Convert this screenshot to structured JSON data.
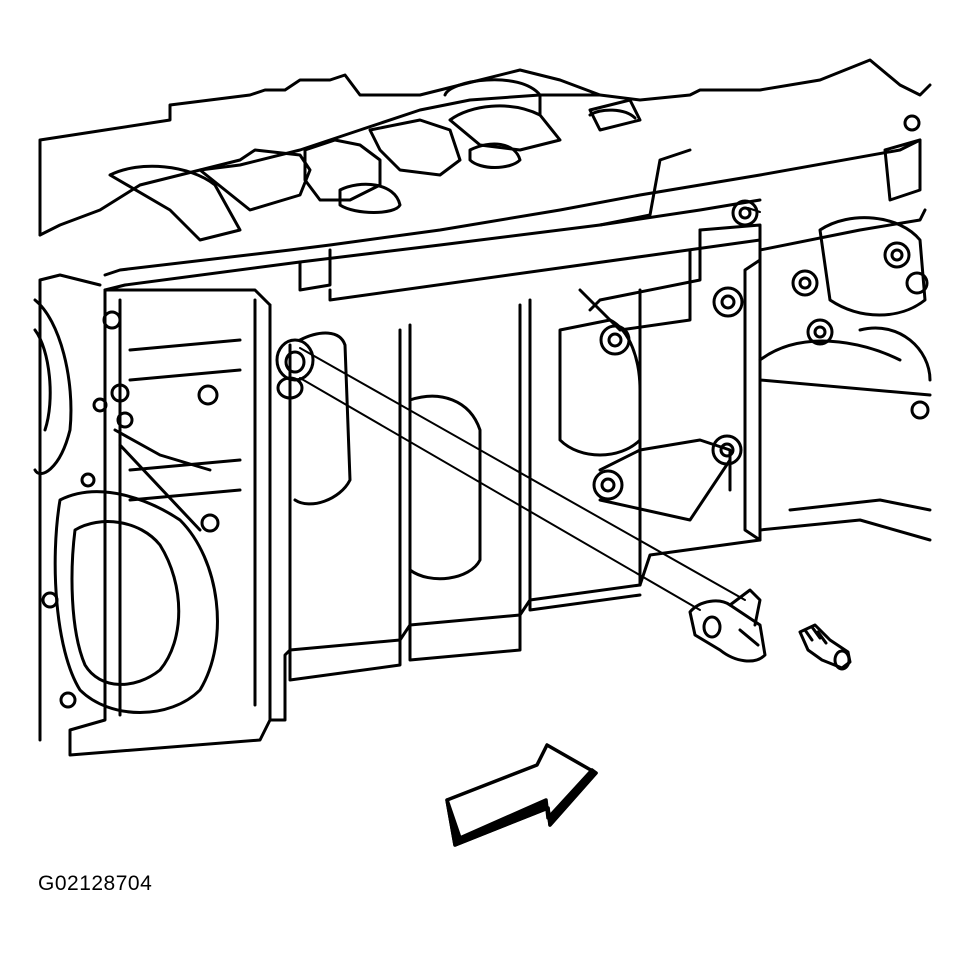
{
  "figure": {
    "code": "G02128704",
    "line_color": "#000000",
    "background_color": "#ffffff"
  },
  "parts": {
    "engine_block": "engine-block",
    "sensor": "sensor-component",
    "bolt": "bolt",
    "direction_arrow": "front-direction-arrow"
  }
}
